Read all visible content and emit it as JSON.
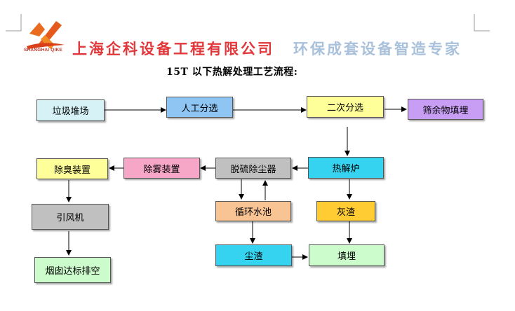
{
  "header": {
    "logo_text": "SHANGHAI QIKE",
    "company_name": "上海企科设备工程有限公司",
    "slogan": "环保成套设备智造专家"
  },
  "document": {
    "title": "15T 以下热解处理工艺流程:"
  },
  "flow": {
    "garbage_yard": "垃圾堆场",
    "manual_sort": "人工分选",
    "secondary_sort": "二次分选",
    "screen_residue_landfill": "筛余物填埋",
    "deodorizer": "除臭装置",
    "demister": "除雾装置",
    "desulfur_dust": "脱硫除尘器",
    "pyrolysis_furnace": "热解炉",
    "induced_fan": "引风机",
    "circulating_pool": "循环水池",
    "ash_residue": "灰渣",
    "dust_residue": "尘渣",
    "landfill": "填埋",
    "flue_gas_discharge": "烟囱达标排空"
  },
  "colors": {
    "light_cyan": "#d6f2f7",
    "blue": "#8ec5f3",
    "yellow": "#ffff99",
    "purple": "#c89ef5",
    "cyan": "#35d3f0",
    "pink": "#f6a6c7",
    "gray": "#c0c0c0",
    "orange": "#f9c493",
    "gold": "#ffcc33",
    "mint": "#ccfbcc",
    "brand_red": "#e0383b",
    "slogan_blue": "#a9c1db"
  }
}
